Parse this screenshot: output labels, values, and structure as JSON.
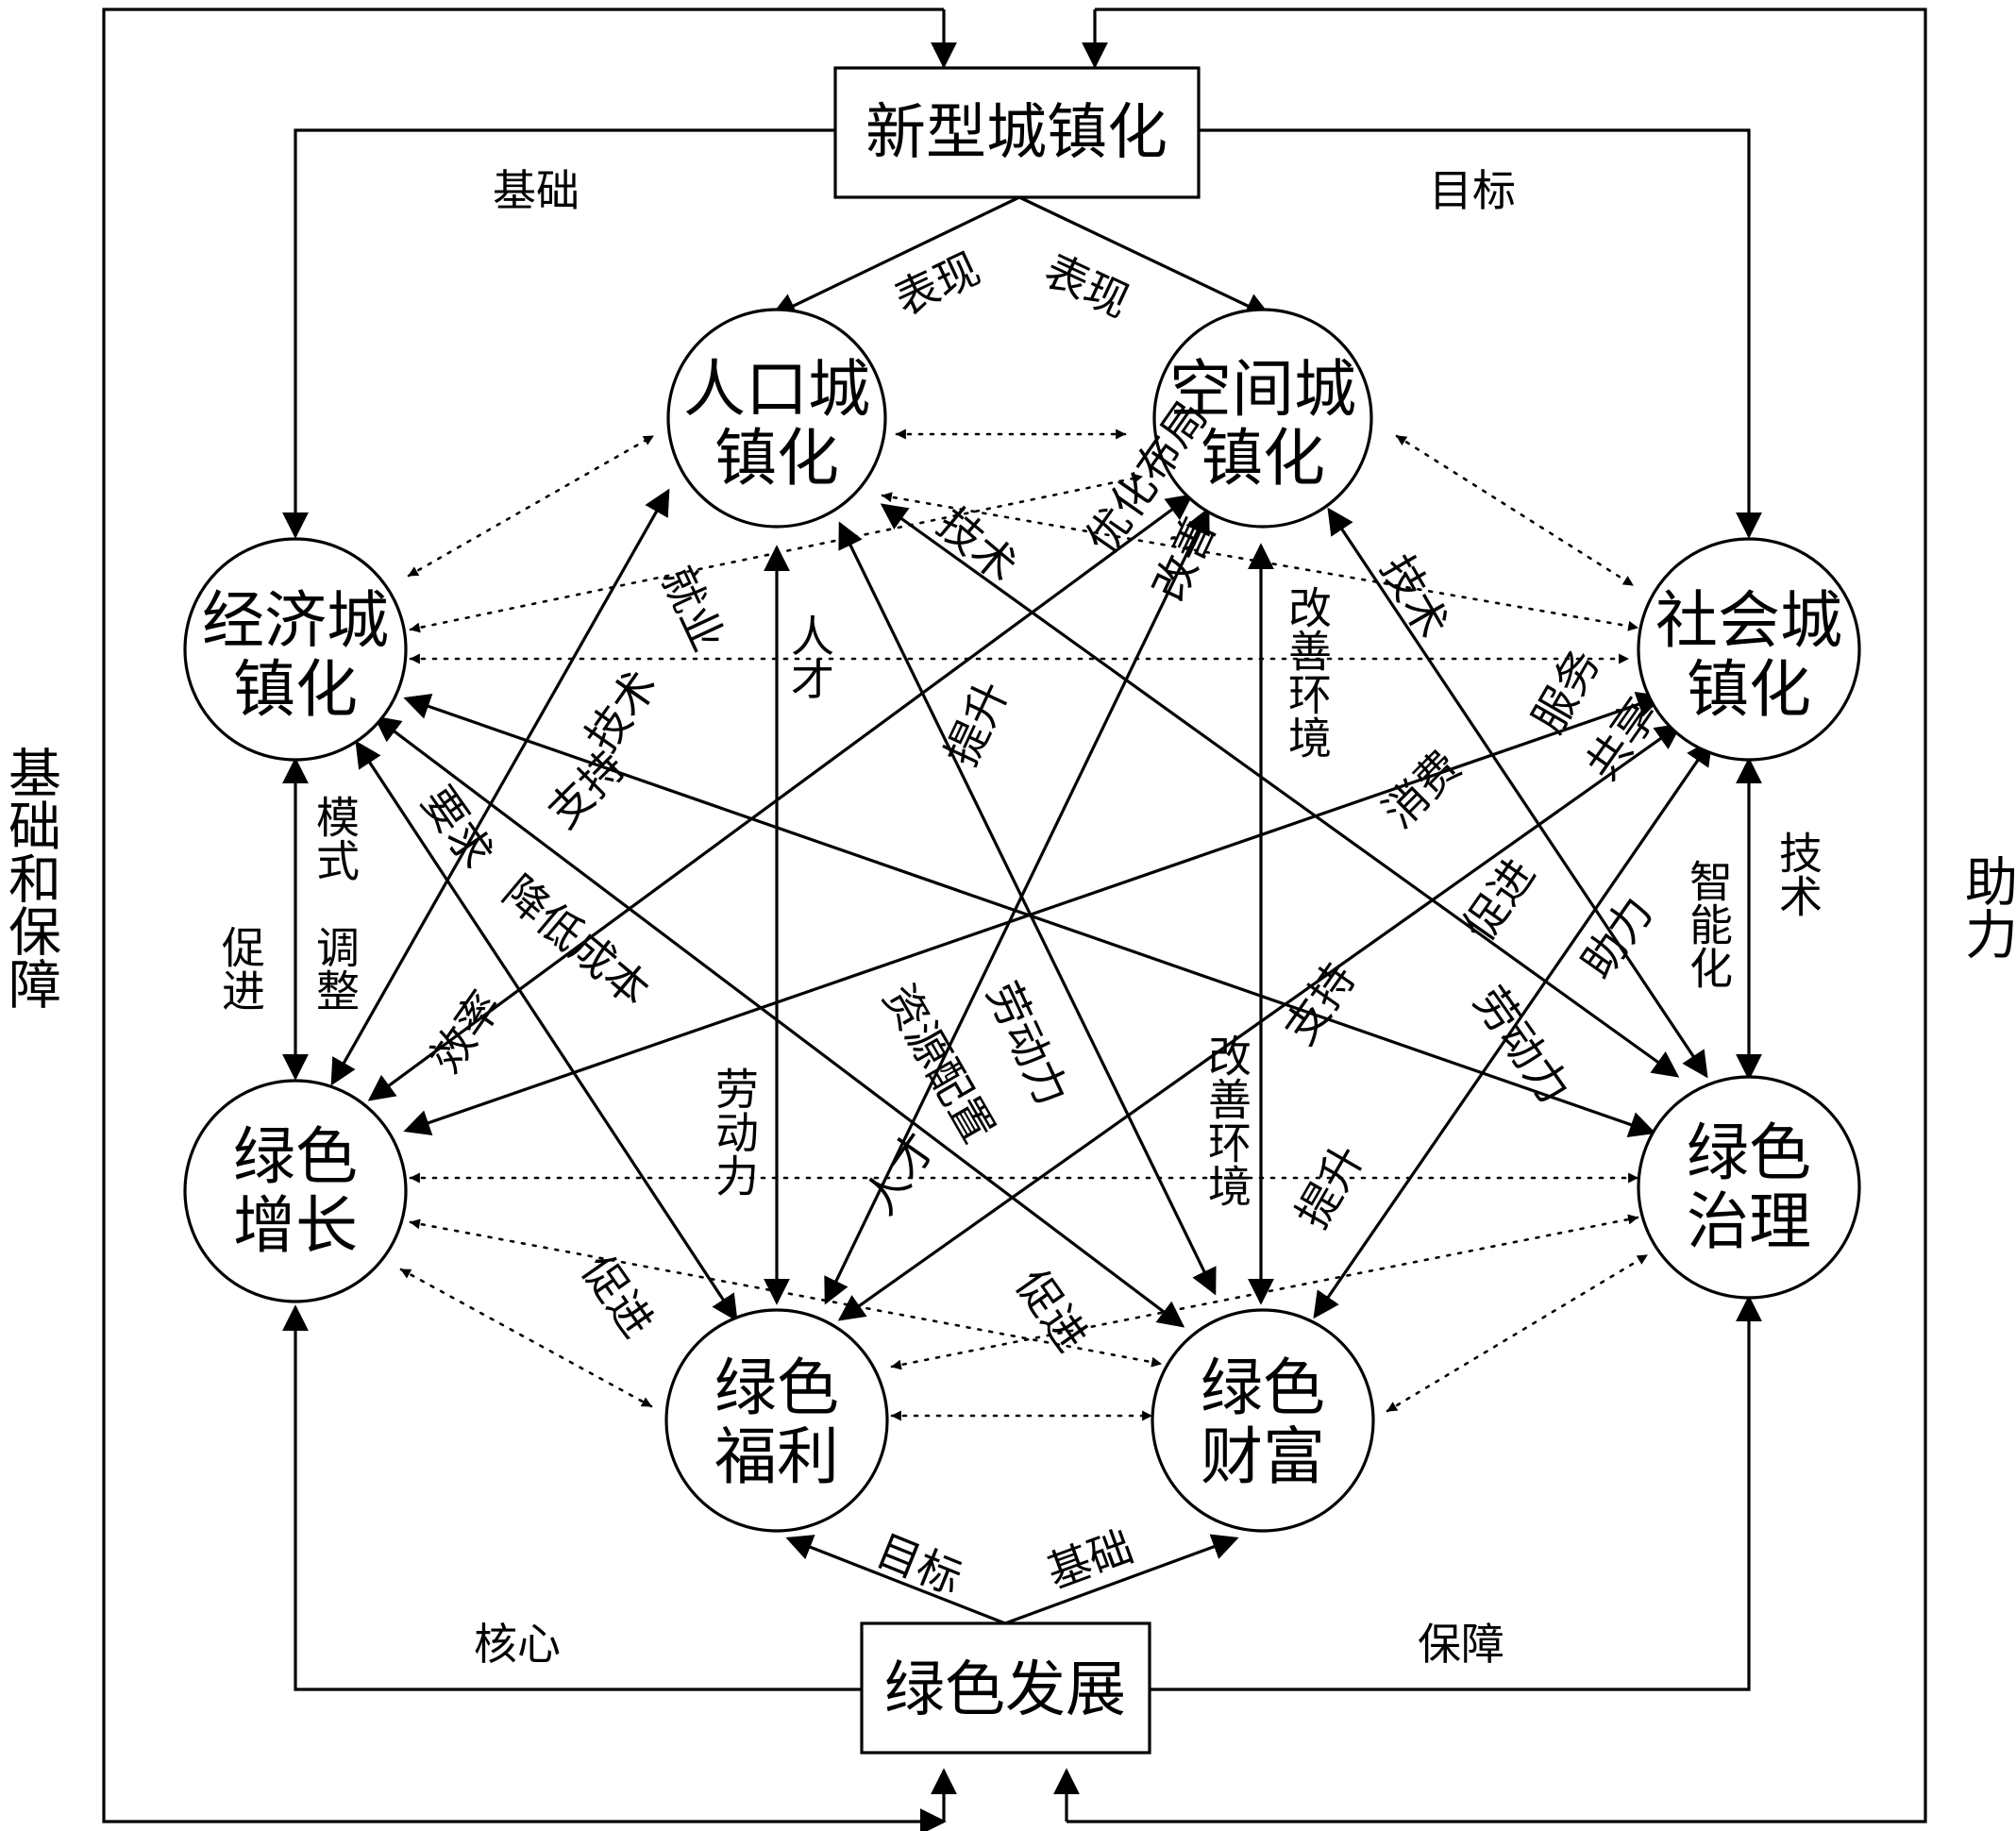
{
  "top_box": "新型城镇化",
  "bottom_box": "绿色发展",
  "nodes": {
    "population": [
      "人口城",
      "镇化"
    ],
    "space": [
      "空间城",
      "镇化"
    ],
    "economy": [
      "经济城",
      "镇化"
    ],
    "society": [
      "社会城",
      "镇化"
    ],
    "green_growth": [
      "绿色",
      "增长"
    ],
    "green_governance": [
      "绿色",
      "治理"
    ],
    "green_welfare": [
      "绿色",
      "福利"
    ],
    "green_wealth": [
      "绿色",
      "财富"
    ]
  },
  "frame_labels": {
    "top_left": "基础",
    "top_right": "目标",
    "bottom_left": "核心",
    "bottom_right": "保障",
    "left_side": "基础和保障",
    "right_side": "助力"
  },
  "edge_labels": {
    "top_to_population": "表现",
    "top_to_space": "表现",
    "bottom_to_welfare": "目标",
    "bottom_to_wealth": "基础",
    "pop_economy": "就业",
    "pop_welfare": "人才",
    "pop_governance": "技术",
    "space_economy": "优化布局",
    "space_growth": "改善",
    "space_wealth": "改善环境",
    "society_space": "技术",
    "econ_growth_a": "模式",
    "econ_growth_b": "调整",
    "econ_growth_c": "促进",
    "econ_welfare": "要求",
    "econ_wealth": "降低成本",
    "growth_society": "效率",
    "growth_space_tech": "技术",
    "growth_space_support": "支持",
    "society_welfare": "服务",
    "society_wealth": "共享",
    "society_consume": "消费",
    "society_promote": "促进",
    "society_governance_a": "智能化",
    "society_governance_b": "技术",
    "governance_space": "助力",
    "governance_labor": "劳动力",
    "pop_wealth_lift": "提升",
    "pop_wealth_labor": "劳动力",
    "governance_economy": "支持",
    "welfare_labor": "劳动力",
    "resource": "资源配置",
    "welfare_talent": "人才",
    "wealth_improve": "改善环境",
    "wealth_lift": "提升",
    "growth_welfare": "促进",
    "growth_wealth": "促进"
  }
}
